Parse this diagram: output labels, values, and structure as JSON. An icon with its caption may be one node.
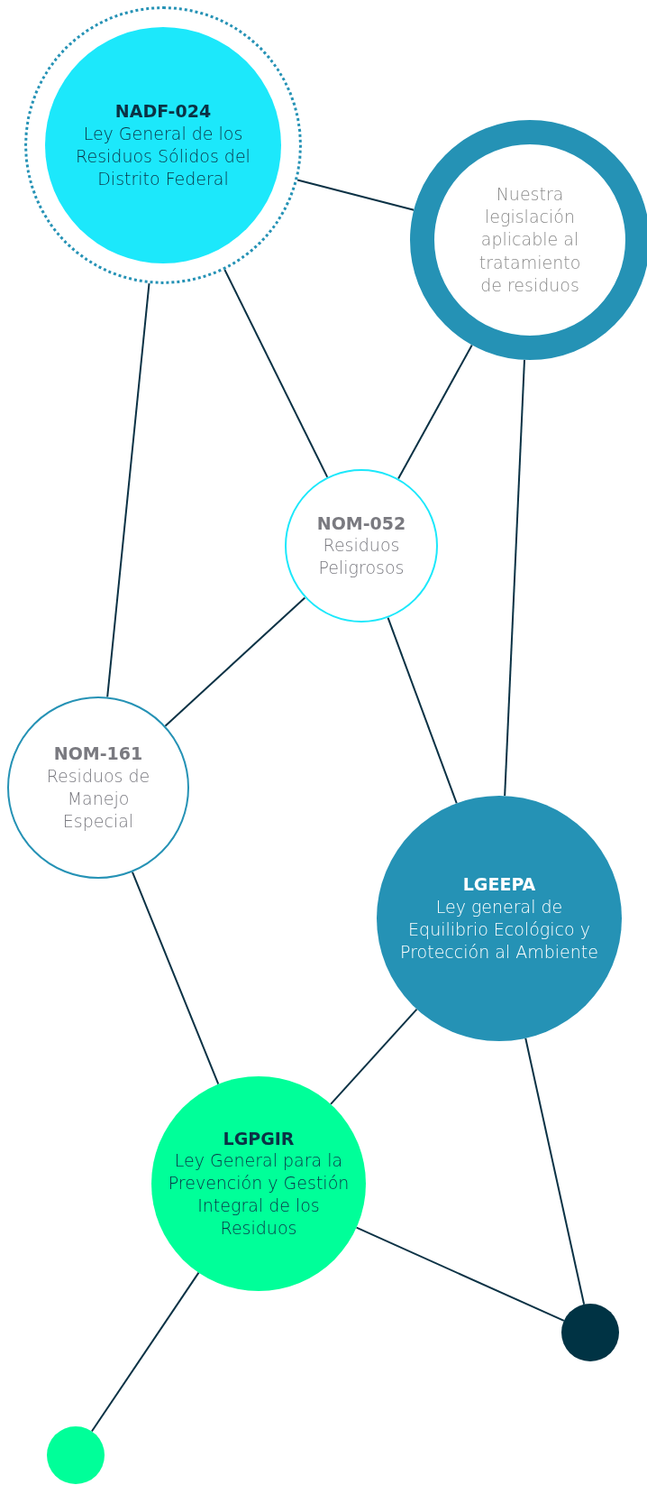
{
  "diagram": {
    "nodes": [
      {
        "text": [
          "NADF-024",
          "Ley General de los Residuos Sólidos del Distrito Federal"
        ]
      },
      {
        "text": [
          "Nuestra legislación aplicable al tratamiento de residuos"
        ]
      },
      {
        "text": [
          "NOM-052",
          "Residuos Peligrosos"
        ]
      },
      {
        "text": [
          "NOM-161",
          "Residuos de Manejo Especial"
        ]
      },
      {
        "text": [
          "LGEEPA",
          "Ley general de Equilibrio Ecológico y Protección al Ambiente"
        ]
      },
      {
        "text": [
          "LGPGIR",
          "Ley General para la Prevención y Gestión Integral de los Residuos"
        ]
      },
      {
        "text": [],
        "shape": "circle"
      },
      {
        "text": [],
        "shape": "circle"
      }
    ],
    "edges": [
      {
        "from": 0,
        "to": 1,
        "arrow": "none"
      },
      {
        "from": 0,
        "to": 2,
        "arrow": "none"
      },
      {
        "from": 0,
        "to": 3,
        "arrow": "none"
      },
      {
        "from": 1,
        "to": 2,
        "arrow": "none"
      },
      {
        "from": 1,
        "to": 4,
        "arrow": "none"
      },
      {
        "from": 2,
        "to": 3,
        "arrow": "none"
      },
      {
        "from": 2,
        "to": 4,
        "arrow": "none"
      },
      {
        "from": 3,
        "to": 5,
        "arrow": "none"
      },
      {
        "from": 4,
        "to": 5,
        "arrow": "none"
      },
      {
        "from": 4,
        "to": 6,
        "arrow": "none"
      },
      {
        "from": 5,
        "to": 6,
        "arrow": "none"
      },
      {
        "from": 5,
        "to": 7,
        "arrow": "none"
      }
    ]
  }
}
